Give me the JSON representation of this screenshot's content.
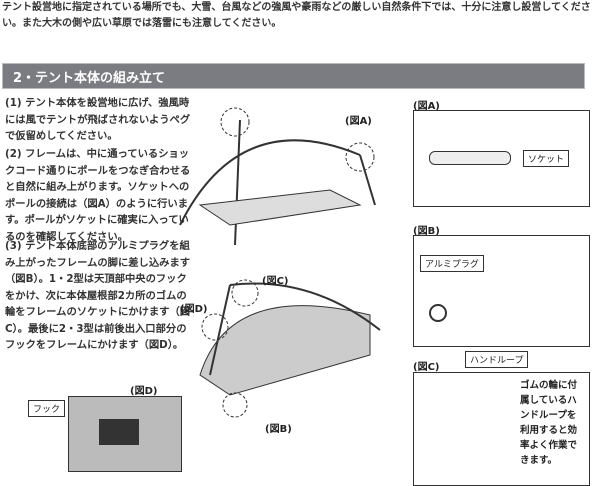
{
  "intro": "テント設営地に指定されている場所でも、大雪、台風などの強風や豪雨などの厳しい自然条件下では、十分に注意し設営してください。また大木の側や広い草原では落雷にも注意してください。",
  "section_title": "2・テント本体の組み立て",
  "steps": [
    "(1) テント本体を設営地に広げ、強風時には風でテントが飛ばされないようペグで仮留めしてください。",
    "(2) フレームは、中に通っているショックコード通りにポールをつなぎ合わせると自然に組み上がります。ソケットへのポールの接続は（図A）のように行います。ポールがソケットに確実に入っているのを確認してください。",
    "(3) テント本体底部のアルミプラグを組み上がったフレームの脚に差し込みます（図B）。1・2型は天頂部中央のフックをかけ、次に本体屋根部2カ所のゴムの輪をフレームのソケットにかけます（図C）。最後に2・3型は前後出入口部分のフックをフレームにかけます（図D）。"
  ],
  "figures": {
    "fig_a": "(図A)",
    "fig_b": "(図B)",
    "fig_c": "(図C)",
    "fig_d": "(図D)",
    "socket": "ソケット",
    "alumi_plug": "アルミプラグ",
    "hand_loop": "ハンドループ",
    "hook": "フック",
    "tip": "ゴムの輪に付属しているハンドループを利用すると効率よく作業できます。"
  }
}
